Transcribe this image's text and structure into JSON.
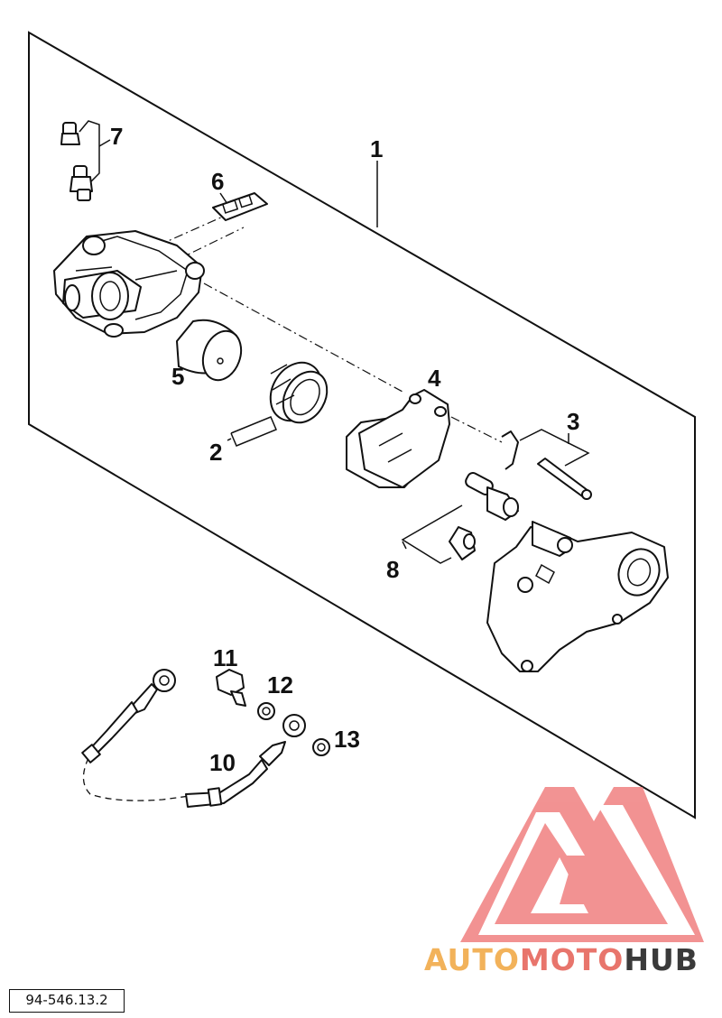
{
  "diagram": {
    "callouts": {
      "c1": "1",
      "c2": "2",
      "c3": "3",
      "c4": "4",
      "c5": "5",
      "c6": "6",
      "c7": "7",
      "c8": "8",
      "c10": "10",
      "c11": "11",
      "c12": "12",
      "c13": "13"
    },
    "document_code": "94-546.13.2"
  },
  "watermark": {
    "brand_part1": "AUTO",
    "brand_part2": "MOTO",
    "brand_part3": "HUB",
    "colors": {
      "auto": "#f2b25a",
      "moto": "#e8756c",
      "hub": "#3a3a3a",
      "logo": "#f08080"
    }
  }
}
